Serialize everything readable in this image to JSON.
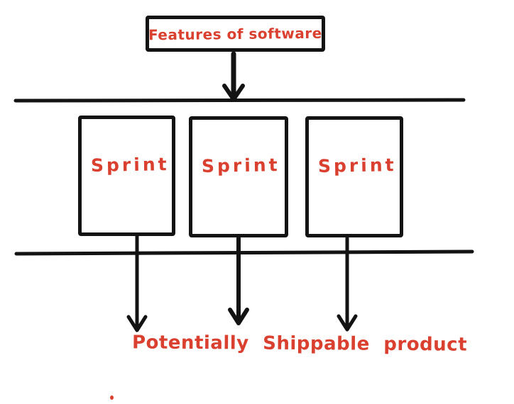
{
  "diagram": {
    "title_box": {
      "label": "Features of software"
    },
    "sprint_boxes": [
      {
        "label": "Sprint"
      },
      {
        "label": "Sprint"
      },
      {
        "label": "Sprint"
      }
    ],
    "caption": "Potentially Shippable product",
    "icons": {
      "arrow_down": "↓"
    },
    "arrows": [
      {
        "from": "features-box",
        "to": "top-timeline"
      },
      {
        "from": "sprint-1",
        "to": "caption"
      },
      {
        "from": "sprint-2",
        "to": "caption"
      },
      {
        "from": "sprint-3",
        "to": "caption"
      }
    ],
    "colors": {
      "ink": "#131313",
      "accent_red": "#d9402f",
      "background": "#ffffff"
    }
  }
}
